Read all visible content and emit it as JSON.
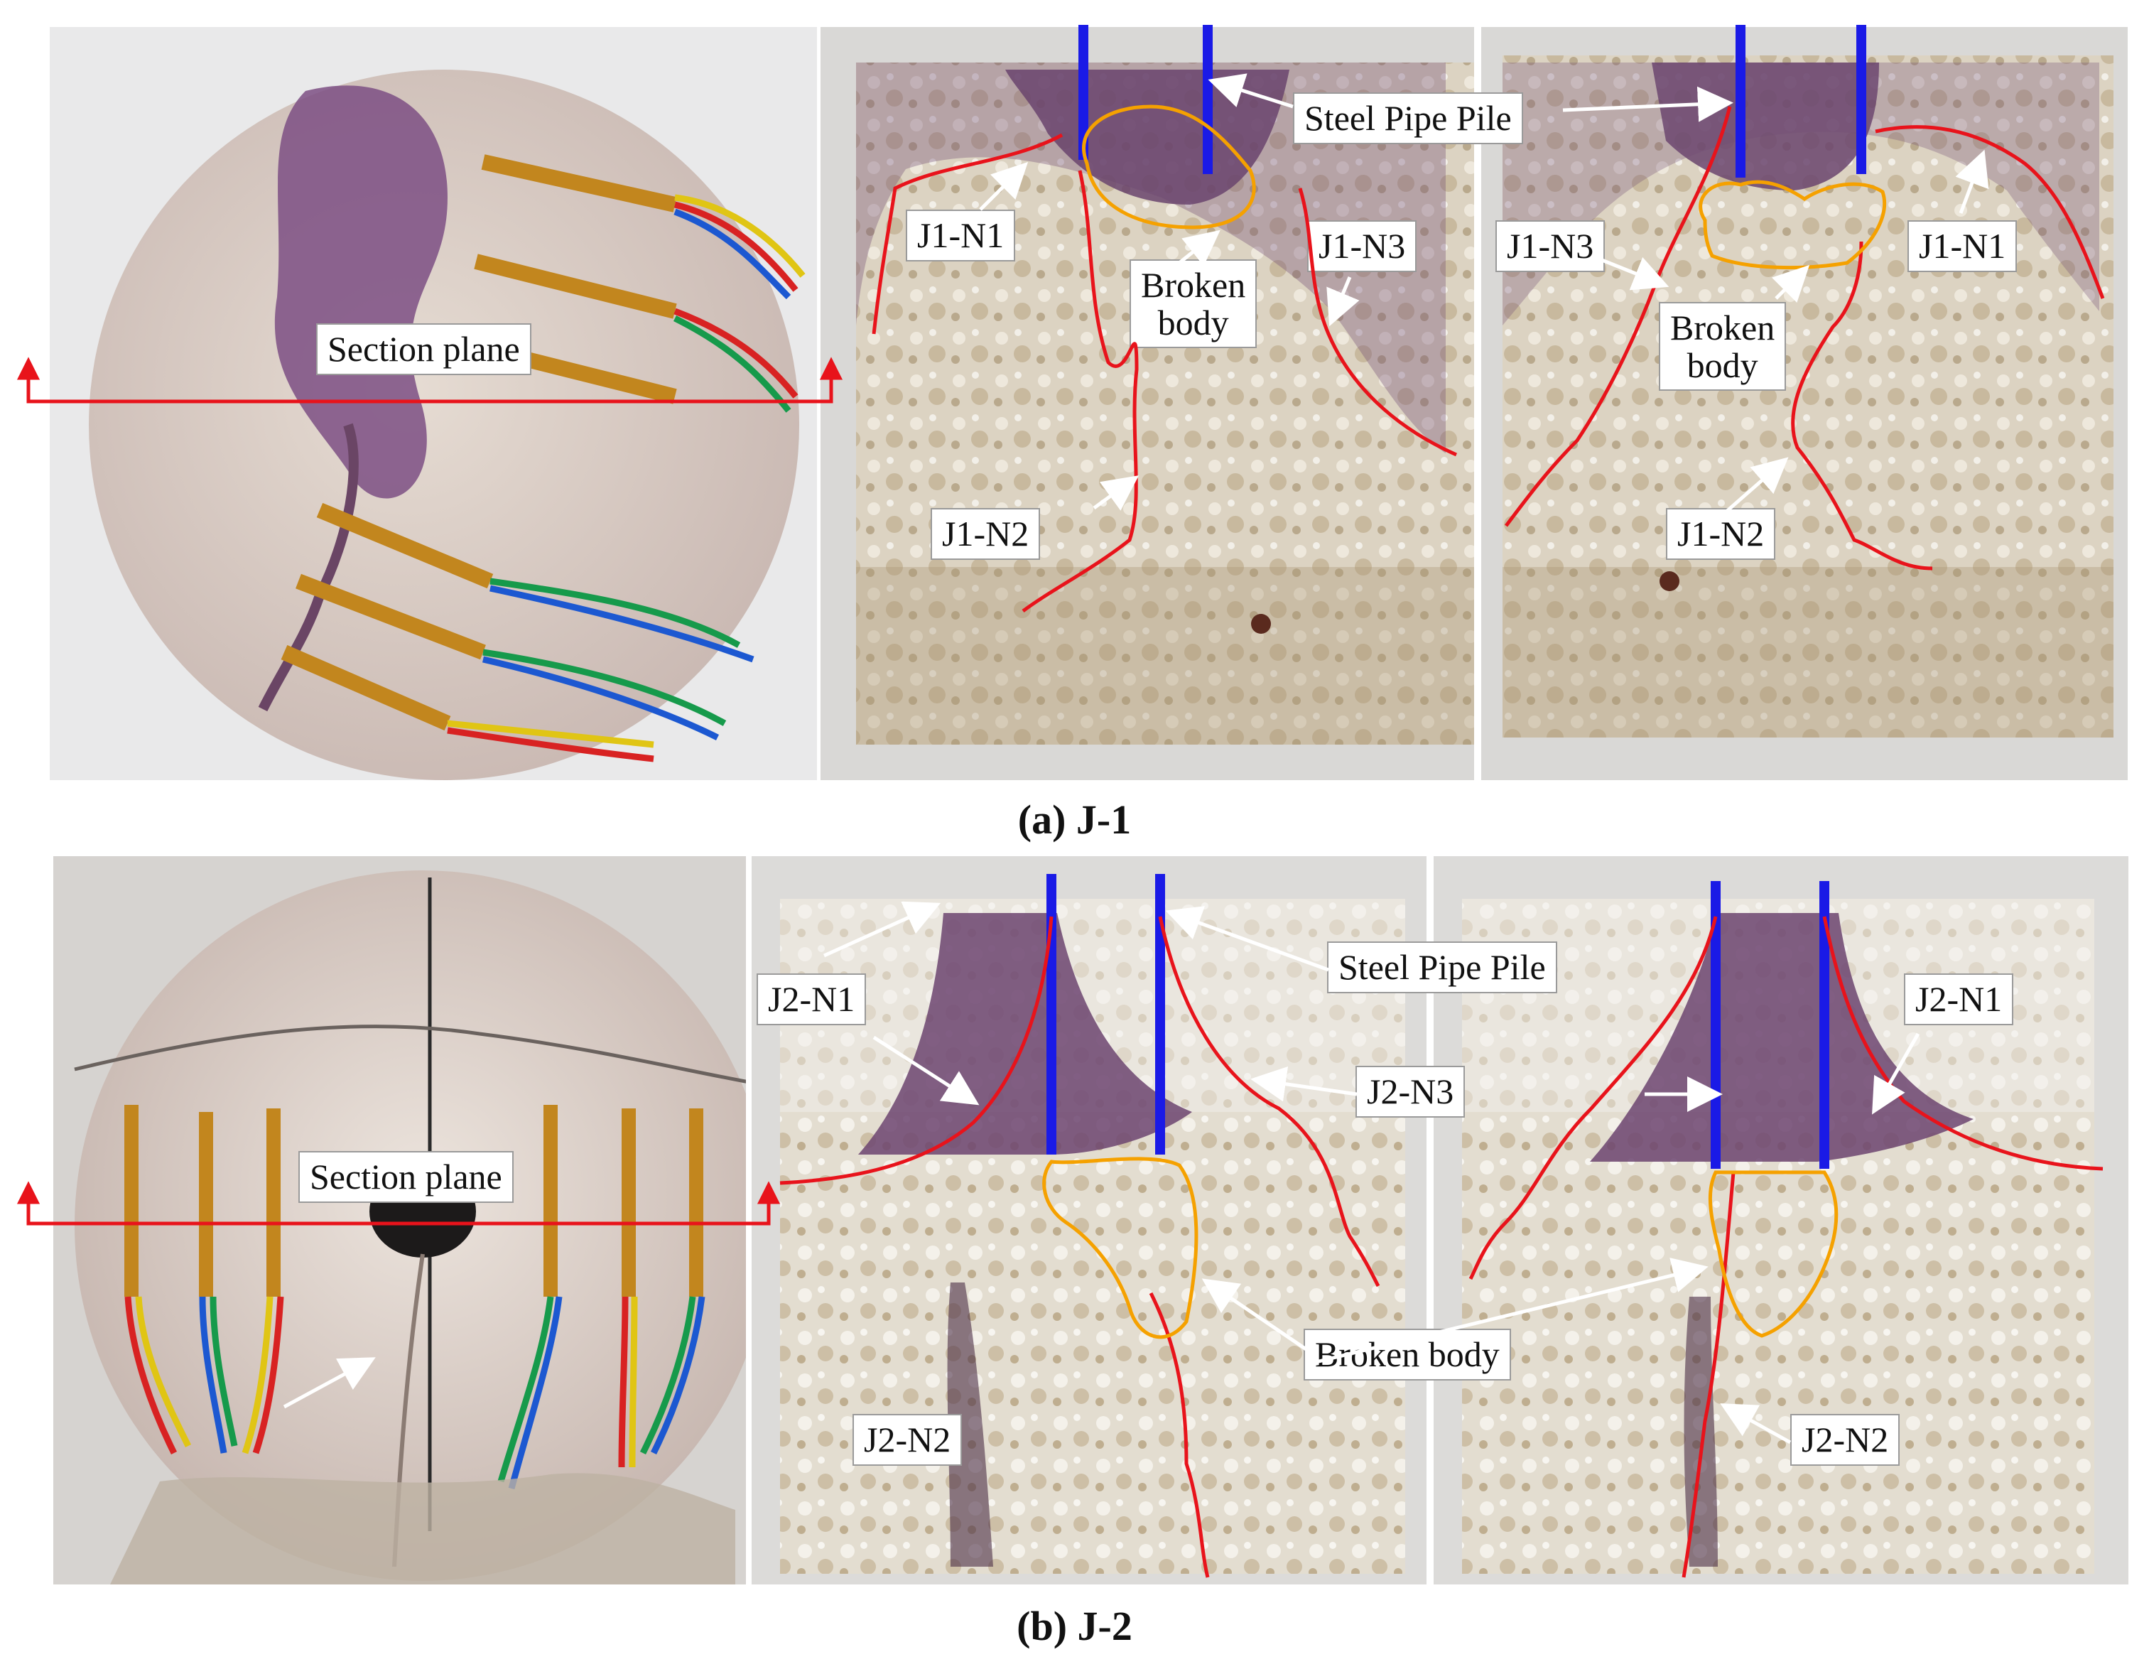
{
  "figure": {
    "caption_a": "(a) J-1",
    "caption_b": "(b) J-2"
  },
  "labels": {
    "section_plane": "Section plane",
    "steel_pipe_pile": "Steel Pipe Pile",
    "broken_body_line1": "Broken",
    "broken_body_line2": "body",
    "broken_body": "Broken body",
    "j1_n1": "J1-N1",
    "j1_n2": "J1-N2",
    "j1_n3": "J1-N3",
    "j2_n1": "J2-N1",
    "j2_n2": "J2-N2",
    "j2_n3": "J2-N3"
  },
  "colors": {
    "crack_line": "#e8131b",
    "pile": "#1a1ae6",
    "broken_outline": "#f5a100",
    "arrow": "#ffffff",
    "sample_base": "#ddd6c8",
    "stain": "#7a4f80"
  }
}
